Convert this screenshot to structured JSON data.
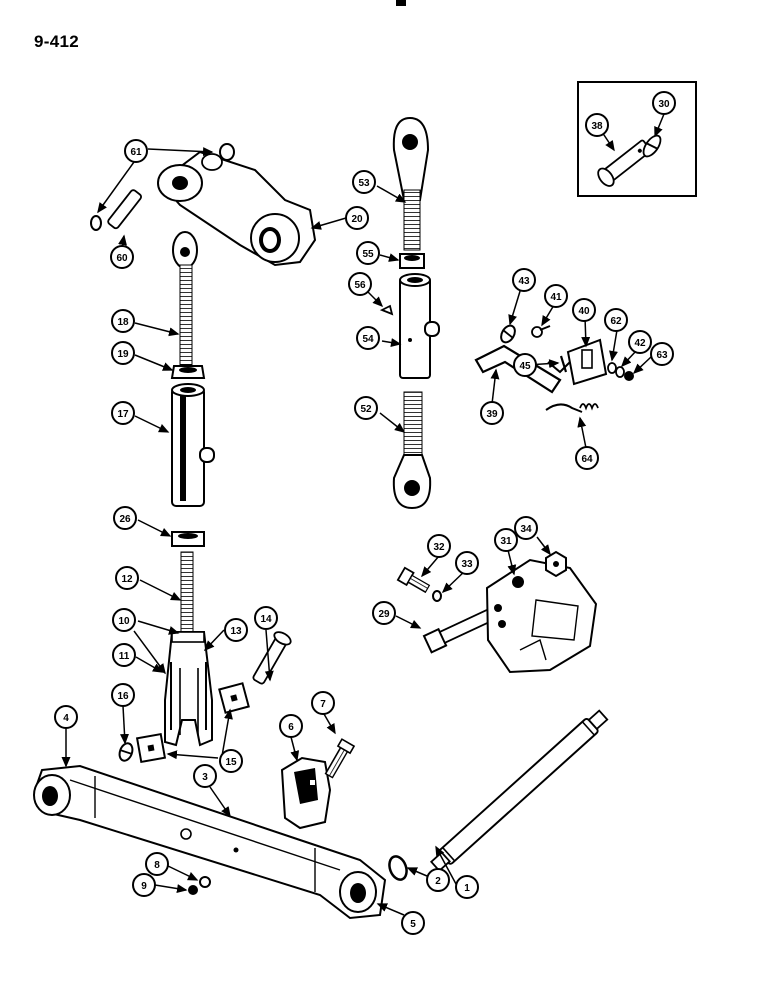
{
  "page": {
    "number": "9-412"
  },
  "callouts": [
    {
      "id": "c1",
      "label": "1"
    },
    {
      "id": "c2",
      "label": "2"
    },
    {
      "id": "c3",
      "label": "3"
    },
    {
      "id": "c4",
      "label": "4"
    },
    {
      "id": "c5",
      "label": "5"
    },
    {
      "id": "c6",
      "label": "6"
    },
    {
      "id": "c7",
      "label": "7"
    },
    {
      "id": "c8",
      "label": "8"
    },
    {
      "id": "c9",
      "label": "9"
    },
    {
      "id": "c10",
      "label": "10"
    },
    {
      "id": "c11",
      "label": "11"
    },
    {
      "id": "c12",
      "label": "12"
    },
    {
      "id": "c13",
      "label": "13"
    },
    {
      "id": "c14",
      "label": "14"
    },
    {
      "id": "c15",
      "label": "15"
    },
    {
      "id": "c16",
      "label": "16"
    },
    {
      "id": "c17",
      "label": "17"
    },
    {
      "id": "c18",
      "label": "18"
    },
    {
      "id": "c19",
      "label": "19"
    },
    {
      "id": "c20",
      "label": "20"
    },
    {
      "id": "c26",
      "label": "26"
    },
    {
      "id": "c29",
      "label": "29"
    },
    {
      "id": "c30",
      "label": "30"
    },
    {
      "id": "c31",
      "label": "31"
    },
    {
      "id": "c32",
      "label": "32"
    },
    {
      "id": "c33",
      "label": "33"
    },
    {
      "id": "c34",
      "label": "34"
    },
    {
      "id": "c38",
      "label": "38"
    },
    {
      "id": "c39",
      "label": "39"
    },
    {
      "id": "c40",
      "label": "40"
    },
    {
      "id": "c41",
      "label": "41"
    },
    {
      "id": "c42",
      "label": "42"
    },
    {
      "id": "c43",
      "label": "43"
    },
    {
      "id": "c45",
      "label": "45"
    },
    {
      "id": "c52",
      "label": "52"
    },
    {
      "id": "c53",
      "label": "53"
    },
    {
      "id": "c54",
      "label": "54"
    },
    {
      "id": "c55",
      "label": "55"
    },
    {
      "id": "c56",
      "label": "56"
    },
    {
      "id": "c60",
      "label": "60"
    },
    {
      "id": "c61",
      "label": "61"
    },
    {
      "id": "c62",
      "label": "62"
    },
    {
      "id": "c63",
      "label": "63"
    },
    {
      "id": "c64",
      "label": "64"
    }
  ]
}
